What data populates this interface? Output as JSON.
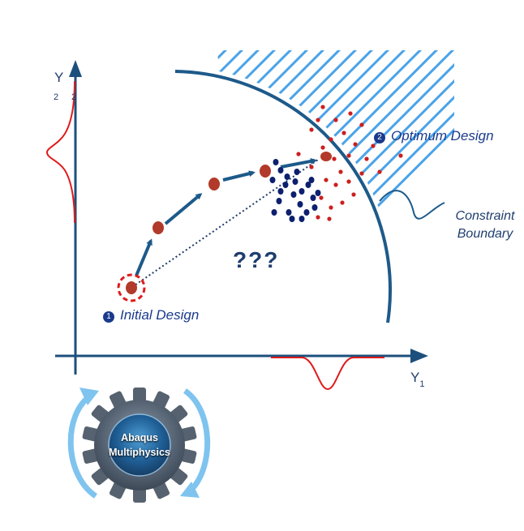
{
  "axes": {
    "y_label": "Y",
    "y_sub_left": "2",
    "y_sub_right": "2",
    "x_label": "Y",
    "x_sub": "1"
  },
  "labels": {
    "initial_number": "1",
    "initial_design": "Initial Design",
    "optimum_number": "2",
    "optimum_design": "Optimum Design",
    "constraint_line1": "Constraint",
    "constraint_line2": "Boundary",
    "question": "???"
  },
  "gear": {
    "line1": "Abaqus",
    "line2": "Multiphysics"
  },
  "colors": {
    "axis": "#1d4f7c",
    "path_point": "#b23a2a",
    "feasible_point": "#0d1f6e",
    "sample_point": "#cc1f1f",
    "constraint": "#1d5a8a",
    "hatch": "#4aa3e8",
    "distribution": "#e01b1b",
    "label": "#1a3a8c"
  }
}
